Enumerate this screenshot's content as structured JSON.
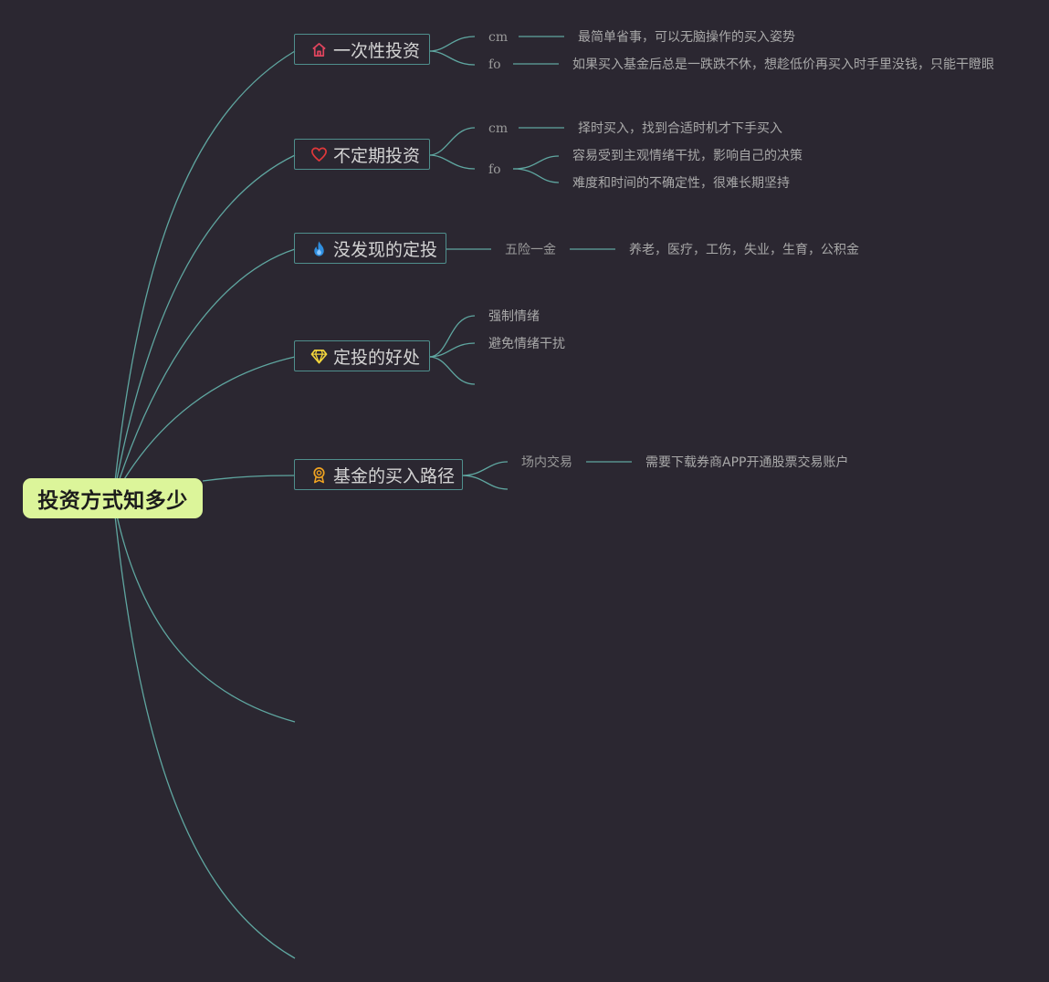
{
  "root": {
    "label": "投资方式知多少"
  },
  "topics": [
    {
      "label": "一次性投资",
      "icon": "house-icon",
      "icon_color": "#e0455e",
      "children": [
        {
          "label": "cm",
          "detail": "最简单省事，可以无脑操作的买入姿势"
        },
        {
          "label": "fo",
          "detail": "如果买入基金后总是一跌跌不休，想趁低价再买入时手里没钱，只能干瞪眼"
        }
      ]
    },
    {
      "label": "不定期投资",
      "icon": "heart-icon",
      "icon_color": "#e0383a",
      "children": [
        {
          "label": "cm",
          "detail": "择时买入，找到合适时机才下手买入"
        },
        {
          "label": "fo",
          "details": [
            "容易受到主观情绪干扰，影响自己的决策",
            "难度和时间的不确定性，很难长期坚持"
          ]
        }
      ]
    },
    {
      "label": "没发现的定投",
      "icon": "flame-icon",
      "icon_color": "#2f8fe0",
      "children": [
        {
          "label": "五险一金",
          "detail": "养老，医疗，工伤，失业，生育，公积金"
        }
      ]
    },
    {
      "label": "定投的好处",
      "icon": "diamond-icon",
      "icon_color": "#f2d53c",
      "children": [
        {
          "label": "强制情绪"
        },
        {
          "label": "避免情绪干扰"
        },
        {
          "label": ""
        }
      ]
    },
    {
      "label": "基金的买入路径",
      "icon": "award-icon",
      "icon_color": "#f0a321",
      "children": [
        {
          "label": "场内交易",
          "detail": "需要下载券商APP开通股票交易账户"
        },
        {
          "label": ""
        }
      ]
    }
  ],
  "colors": {
    "background": "#2b2731",
    "link": "#5fa6a0",
    "root_fill": "#dcf59a",
    "topic_border": "#4f8f8d"
  }
}
